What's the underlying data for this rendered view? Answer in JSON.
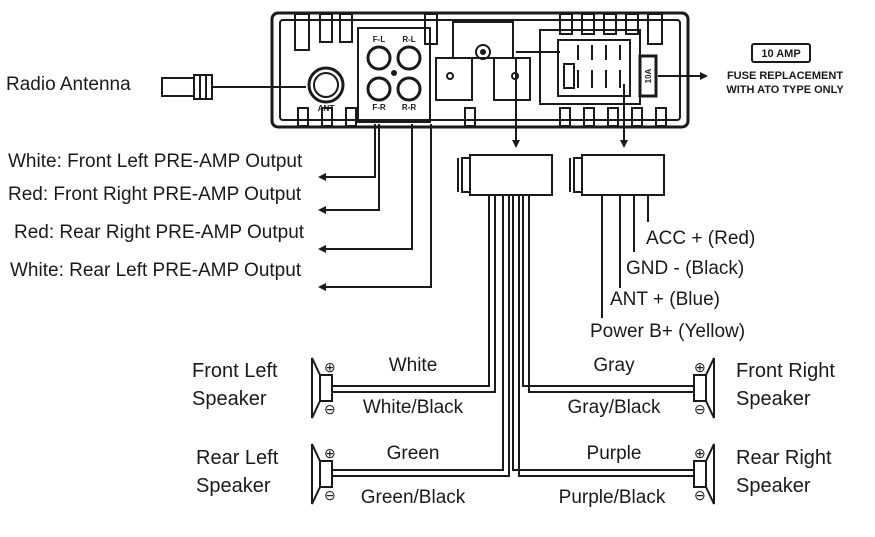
{
  "antenna": {
    "label": "Radio Antenna",
    "jack_label": "ANT"
  },
  "rca": {
    "fl": "F-L",
    "rl": "R-L",
    "fr": "F-R",
    "rr": "R-R"
  },
  "fuse": {
    "rating": "10 AMP",
    "chip": "10A",
    "line1": "FUSE REPLACEMENT",
    "line2": "WITH ATO TYPE ONLY"
  },
  "preamp": [
    "White: Front Left PRE-AMP Output",
    "Red: Front Right PRE-AMP Output",
    "Red: Rear Right PRE-AMP Output",
    "White: Rear Left PRE-AMP Output"
  ],
  "power": {
    "acc": "ACC + (Red)",
    "gnd": "GND -  (Black)",
    "ant": "ANT + (Blue)",
    "bplus": "Power B+ (Yellow)"
  },
  "speakers": {
    "front_left": {
      "line1": "Front Left",
      "line2": "Speaker",
      "pos": "White",
      "neg": "White/Black"
    },
    "rear_left": {
      "line1": "Rear Left",
      "line2": "Speaker",
      "pos": "Green",
      "neg": "Green/Black"
    },
    "front_right": {
      "line1": "Front Right",
      "line2": "Speaker",
      "pos": "Gray",
      "neg": "Gray/Black"
    },
    "rear_right": {
      "line1": "Rear Right",
      "line2": "Speaker",
      "pos": "Purple",
      "neg": "Purple/Black"
    }
  },
  "symbols": {
    "plus": "⊕",
    "minus": "⊖"
  }
}
